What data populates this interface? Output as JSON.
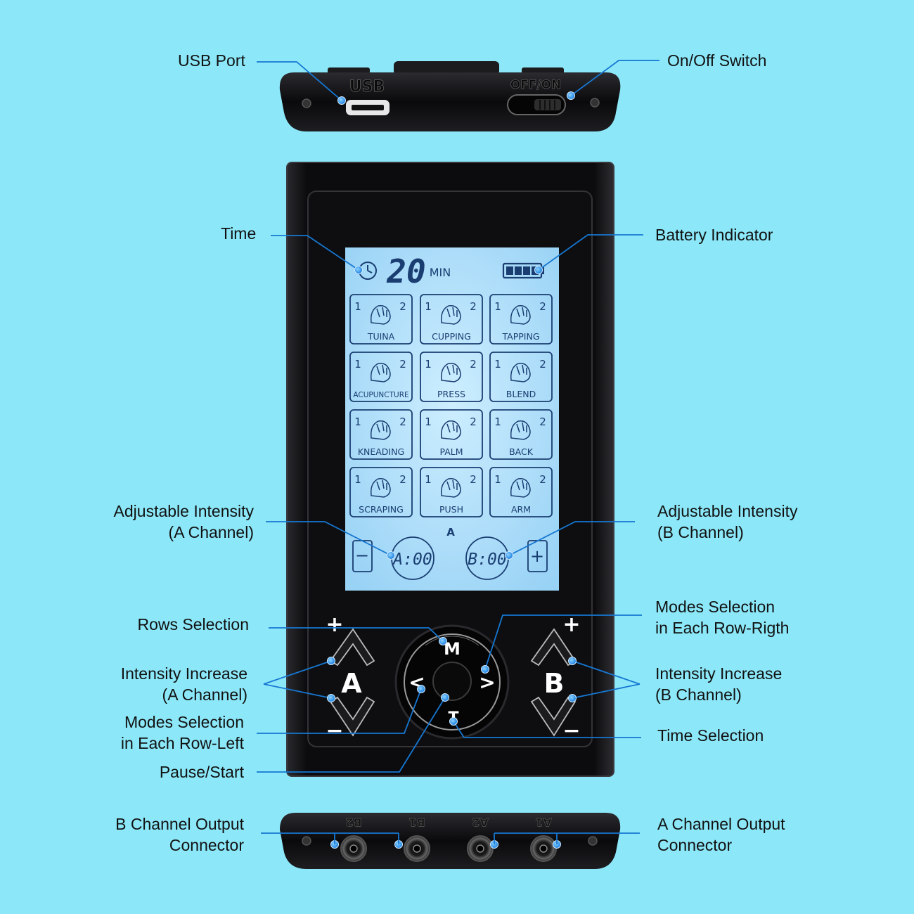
{
  "labels": {
    "usb_port": "USB Port",
    "on_off_switch": "On/Off Switch",
    "time": "Time",
    "battery_indicator": "Battery Indicator",
    "adj_intensity_a_line1": "Adjustable Intensity",
    "adj_intensity_a_line2": "(A Channel)",
    "adj_intensity_b_line1": "Adjustable Intensity",
    "adj_intensity_b_line2": "(B Channel)",
    "rows_selection": "Rows Selection",
    "modes_right_line1": "Modes Selection",
    "modes_right_line2": "in Each Row-Rigth",
    "intensity_inc_a_line1": "Intensity Increase",
    "intensity_inc_a_line2": "(A Channel)",
    "intensity_inc_b_line1": "Intensity Increase",
    "intensity_inc_b_line2": "(B Channel)",
    "modes_left_line1": "Modes Selection",
    "modes_left_line2": "in Each Row-Left",
    "time_selection": "Time Selection",
    "pause_start": "Pause/Start",
    "b_output_line1": "B Channel Output",
    "b_output_line2": "Connector",
    "a_output_line1": "A Channel Output",
    "a_output_line2": "Connector"
  },
  "top_view": {
    "usb_text": "USB",
    "switch_text": "OFF/ON"
  },
  "lcd": {
    "timer_value": "20",
    "timer_unit": "MIN",
    "modes": [
      {
        "name": "TUINA",
        "left": "1",
        "right": "2"
      },
      {
        "name": "CUPPING",
        "left": "1",
        "right": "2"
      },
      {
        "name": "TAPPING",
        "left": "1",
        "right": "2"
      },
      {
        "name": "ACUPUNCTURE",
        "left": "1",
        "right": "2"
      },
      {
        "name": "PRESS",
        "left": "1",
        "right": "2"
      },
      {
        "name": "BLEND",
        "left": "1",
        "right": "2"
      },
      {
        "name": "KNEADING",
        "left": "1",
        "right": "2"
      },
      {
        "name": "PALM",
        "left": "1",
        "right": "2"
      },
      {
        "name": "BACK",
        "left": "1",
        "right": "2"
      },
      {
        "name": "SCRAPING",
        "left": "1",
        "right": "2"
      },
      {
        "name": "PUSH",
        "left": "1",
        "right": "2"
      },
      {
        "name": "ARM",
        "left": "1",
        "right": "2"
      }
    ],
    "channel_indicator": "A",
    "a_value": "A:00",
    "b_value": "B:00",
    "minus_symbol": "−",
    "plus_symbol": "+"
  },
  "keypad": {
    "channel_a": "A",
    "channel_b": "B",
    "plus": "+",
    "minus": "−",
    "m_key": "M",
    "t_key": "T",
    "left_key": "<",
    "right_key": ">"
  },
  "bottom_view": {
    "ports": [
      "B2",
      "B1",
      "A2",
      "A1"
    ]
  },
  "colors": {
    "background": "#8ce8f9",
    "callout_line": "#1677d2",
    "callout_dot": "#1aa0ff",
    "device_body": "#141416",
    "lcd_bg": "#a9dcfb",
    "lcd_ink": "#1a3e72"
  },
  "icons": {
    "timer": "clock-icon",
    "battery": "battery-icon"
  }
}
